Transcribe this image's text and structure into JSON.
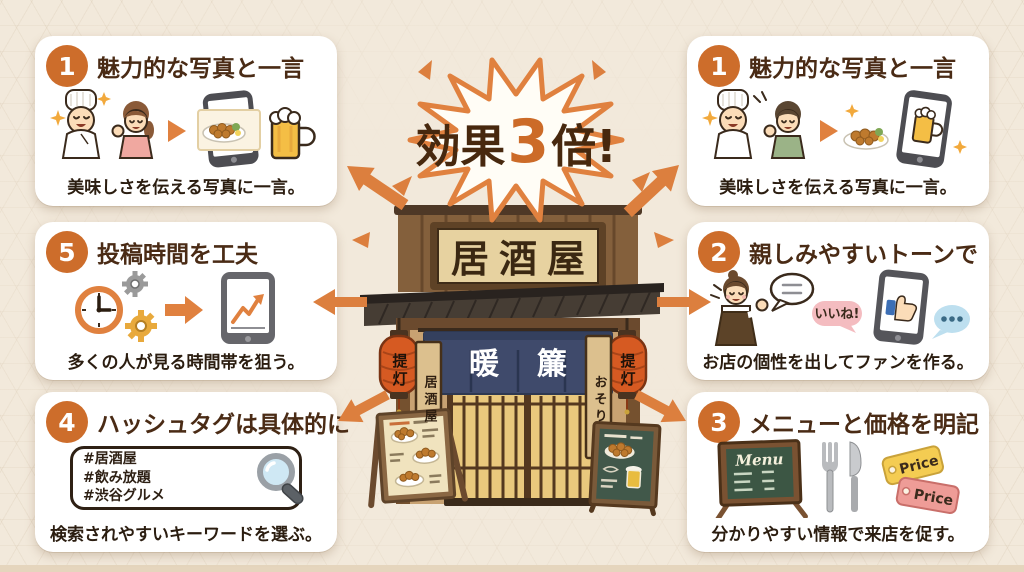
{
  "poster": {
    "burst": {
      "prefix": "効果",
      "number": "3",
      "suffix": "倍!"
    },
    "storefront": {
      "sign": "居酒屋",
      "noren": "暖簾",
      "lantern_left": "提灯",
      "lantern_right": "提灯",
      "plaque_left": "居酒屋",
      "plaque_right": "おそり"
    },
    "colors": {
      "background": "#F2E9DB",
      "card": "#FFFFFF",
      "accent_orange": "#DC7F3E",
      "badge_orange": "#CD6D2B",
      "title_brown": "#4A2B15",
      "caption_dark": "#2B1D10",
      "burst_number_orange": "#CC6B28",
      "noren_navy": "#3F4A6B",
      "lantern_red": "#D65A22",
      "sign_tan": "#E7D2A0",
      "chalkboard_green": "#3C5644",
      "tag_yellow": "#F4CC52",
      "tag_pink": "#EE9C97",
      "like_bubble_pink": "#F4BCC0",
      "dots_bubble_blue": "#BDDFEF"
    }
  },
  "boxes": [
    {
      "number": "1",
      "title": "魅力的な写真と一言",
      "caption": "美味しさを伝える写真に一言。"
    },
    {
      "number": "1",
      "title": "魅力的な写真と一言",
      "caption": "美味しさを伝える写真に一言。"
    },
    {
      "number": "5",
      "title": "投稿時間を工夫",
      "caption": "多くの人が見る時間帯を狙う。"
    },
    {
      "number": "2",
      "title": "親しみやすいトーンで",
      "caption": "お店の個性を出してファンを作る。",
      "bubble": "いいね!"
    },
    {
      "number": "4",
      "title": "ハッシュタグは具体的に",
      "caption": "検索されやすいキーワードを選ぶ。",
      "hashtags": [
        "#居酒屋",
        "#飲み放題",
        "#渋谷グルメ"
      ]
    },
    {
      "number": "3",
      "title": "メニューと価格を明記",
      "caption": "分かりやすい情報で来店を促す。",
      "menu_label": "Menu",
      "price_labels": [
        "Price",
        "Price"
      ]
    }
  ]
}
